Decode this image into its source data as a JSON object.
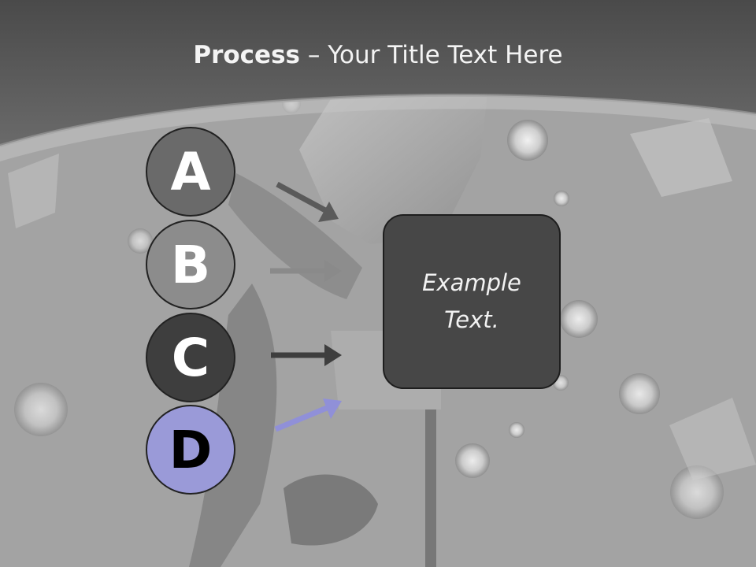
{
  "title": {
    "bold": "Process",
    "rest": " – Your Title Text Here"
  },
  "steps": [
    {
      "letter": "A",
      "fill": "#6a6a6a",
      "text_color": "#ffffff",
      "arrow_color": "#5a5a5a"
    },
    {
      "letter": "B",
      "fill": "#8c8c8c",
      "text_color": "#ffffff",
      "arrow_color": "#8a8a8a"
    },
    {
      "letter": "C",
      "fill": "#3e3e3e",
      "text_color": "#ffffff",
      "arrow_color": "#3e3e3e"
    },
    {
      "letter": "D",
      "fill": "#9a9ad8",
      "text_color": "#000000",
      "arrow_color": "#9090d8"
    }
  ],
  "box": {
    "text": "Example Text."
  },
  "colors": {
    "header": "#545454",
    "photo_bg": "#9c9c9c"
  },
  "background": "grayscale photo of a seated woman with scattered diamonds"
}
